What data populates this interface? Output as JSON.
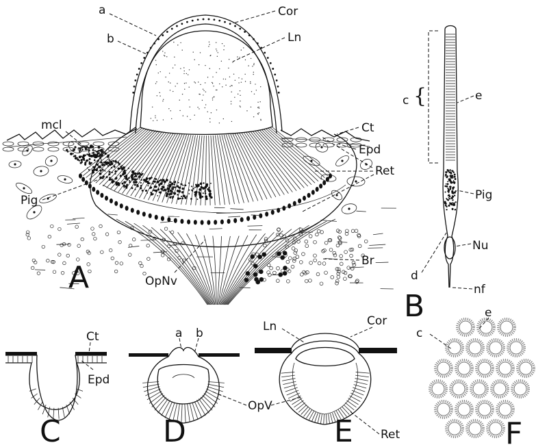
{
  "panel_A": {
    "letter": "A",
    "labels": {
      "a": "a",
      "b": "b",
      "cor": "Cor",
      "ln": "Ln",
      "ct": "Ct",
      "epd": "Epd",
      "mcl": "mcl",
      "ret": "Ret",
      "pig": "Pig",
      "br": "Br",
      "opnv": "OpNv"
    }
  },
  "panel_B": {
    "letter": "B",
    "labels": {
      "c": "c",
      "e": "e",
      "pig": "Pig",
      "d": "d",
      "nu": "Nu",
      "nf": "nf"
    }
  },
  "panel_C": {
    "letter": "C",
    "labels": {
      "ct": "Ct",
      "epd": "Epd"
    }
  },
  "panel_D": {
    "letter": "D",
    "labels": {
      "a": "a",
      "b": "b",
      "opv": "OpV"
    }
  },
  "panel_E": {
    "letter": "E",
    "labels": {
      "ln": "Ln",
      "cor": "Cor",
      "ret": "Ret"
    }
  },
  "panel_F": {
    "letter": "F",
    "labels": {
      "c": "c",
      "e": "e"
    }
  },
  "colors": {
    "ink": "#111111",
    "paper": "#ffffff"
  }
}
